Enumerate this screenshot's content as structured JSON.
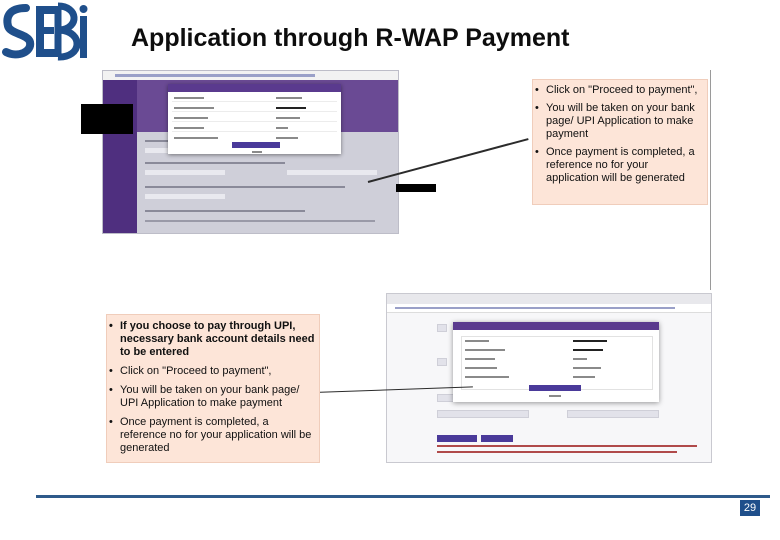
{
  "logo": {
    "text": "SEBI",
    "color": "#1f4f8b"
  },
  "slide": {
    "title": "Application through R-WAP Payment",
    "page_number": "29"
  },
  "callout_top": {
    "bullets": [
      "Click on \"Proceed to payment\",",
      "You will be taken on your bank page/ UPI Application to make payment",
      "Once payment is completed, a reference no for your application will be generated"
    ]
  },
  "callout_bottom": {
    "bullets": [
      "If you choose to pay through UPI, necessary bank account details need to be entered",
      "Click on \"Proceed to payment\",",
      "You will be taken on your bank page/ UPI Application to make payment",
      "Once payment is completed, a reference no for your application will be generated"
    ]
  },
  "colors": {
    "accent": "#1f4f8b",
    "callout_bg": "#fde5d8",
    "screenshot_purple": "#5a3a8e"
  }
}
